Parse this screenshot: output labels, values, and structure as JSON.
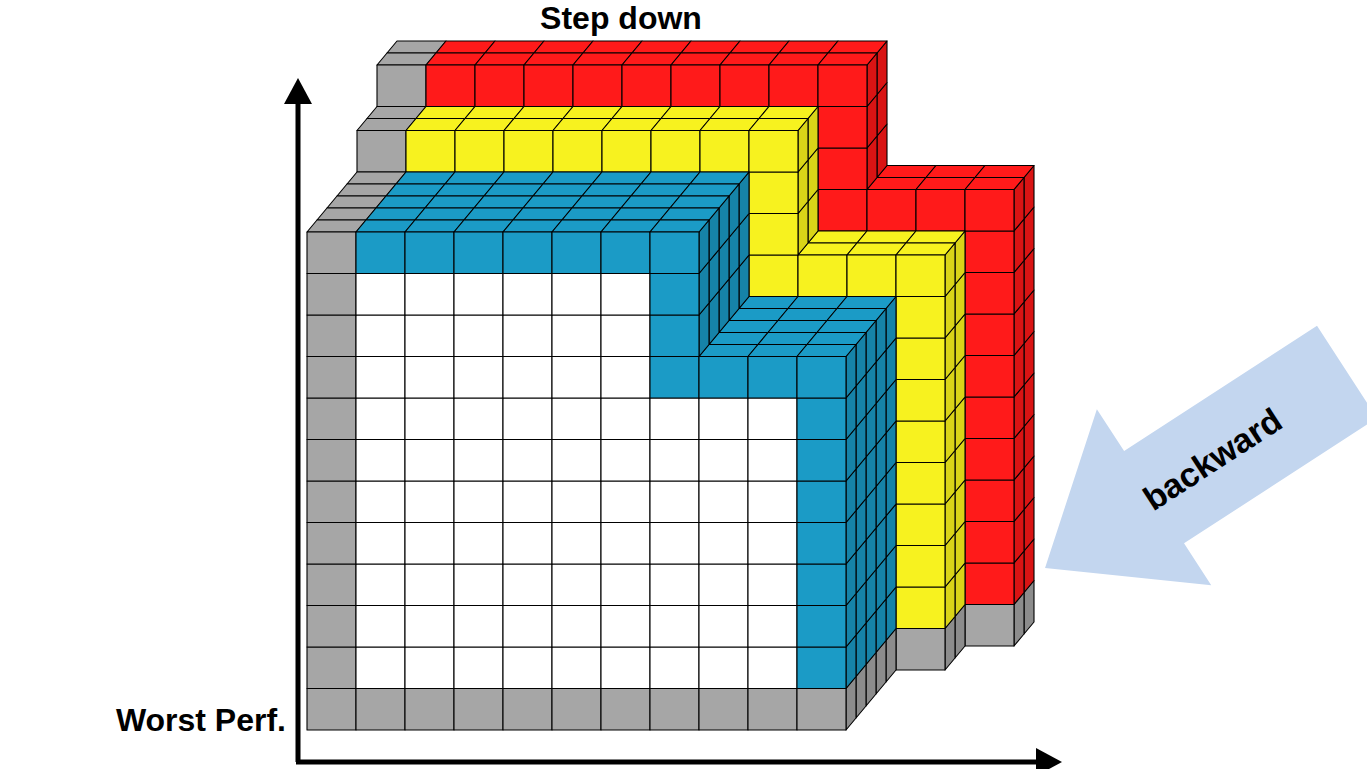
{
  "diagram": {
    "nodes": [
      {
        "text": [
          "backward"
        ]
      }
    ],
    "labels": [
      "Step down",
      "Worst Perf."
    ]
  }
}
